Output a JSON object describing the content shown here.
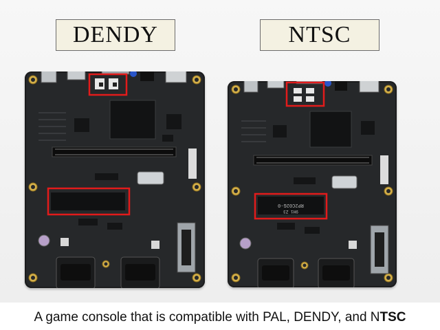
{
  "labels": {
    "left": "DENDY",
    "right": "NTSC"
  },
  "caption": {
    "main": "A game console that is compatible with PAL, DENDY, and N",
    "bold": "TSC"
  },
  "boards": {
    "left": {
      "region": "DENDY",
      "chip_text": ""
    },
    "right": {
      "region": "NTSC",
      "chip_text": "RP2C02G-0",
      "chip_subtext": "9H1 Z3"
    }
  },
  "colors": {
    "pcb": "#26282a",
    "highlight": "#e21b1b",
    "gold": "#d4b04a"
  }
}
